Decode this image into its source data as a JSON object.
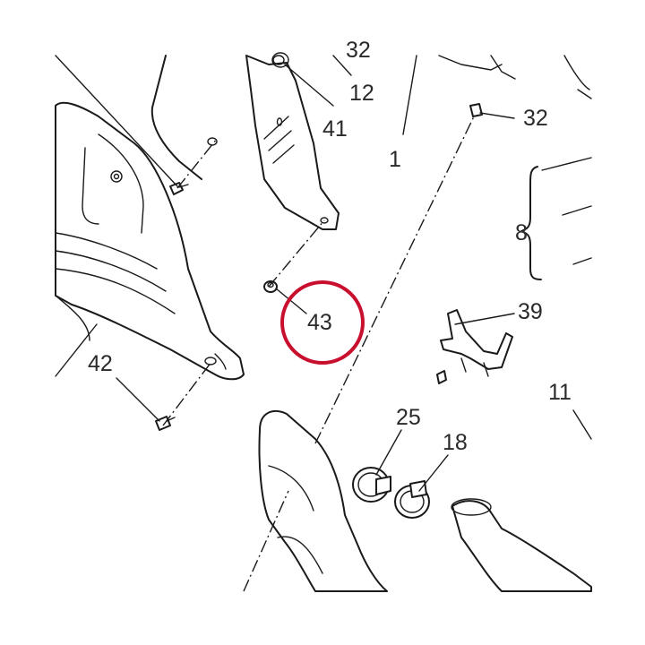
{
  "diagram": {
    "highlight_color": "#c8102e",
    "labels": {
      "p1": "1",
      "p8": "8",
      "p11": "11",
      "p12": "12",
      "p18": "18",
      "p25": "25",
      "p32": "32",
      "p32_top": "32",
      "p39": "39",
      "p41": "41",
      "p42": "42",
      "p43": "43"
    }
  }
}
